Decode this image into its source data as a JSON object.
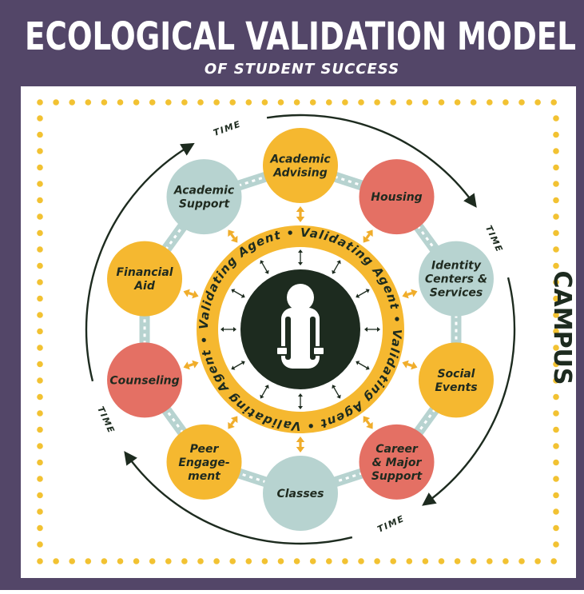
{
  "header": {
    "title": "ECOLOGICAL VALIDATION MODEL",
    "subtitle": "OF STUDENT SUCCESS"
  },
  "campus_label": "CAMPUS",
  "time_label": "TIME",
  "ring_label": "Validating Agent",
  "center_icon": "backpack-icon",
  "colors": {
    "frame": "#534668",
    "gold": "#f5b830",
    "teal": "#b7d3d0",
    "coral": "#e47064",
    "dark_green": "#1d2b1f",
    "dots": "#f2c232",
    "arrow_gold": "#f0ad2b",
    "text_dark": "#1f2a1f"
  },
  "nodes": [
    {
      "lines": [
        "Academic",
        "Advising"
      ],
      "color": "gold"
    },
    {
      "lines": [
        "Housing"
      ],
      "color": "coral"
    },
    {
      "lines": [
        "Identity",
        "Centers &",
        "Services"
      ],
      "color": "teal"
    },
    {
      "lines": [
        "Social",
        "Events"
      ],
      "color": "gold"
    },
    {
      "lines": [
        "Career",
        "& Major",
        "Support"
      ],
      "color": "coral"
    },
    {
      "lines": [
        "Classes"
      ],
      "color": "teal"
    },
    {
      "lines": [
        "Peer",
        "Engage-",
        "ment"
      ],
      "color": "gold"
    },
    {
      "lines": [
        "Counseling"
      ],
      "color": "coral"
    },
    {
      "lines": [
        "Financial",
        "Aid"
      ],
      "color": "gold"
    },
    {
      "lines": [
        "Academic",
        "Support"
      ],
      "color": "teal"
    }
  ]
}
